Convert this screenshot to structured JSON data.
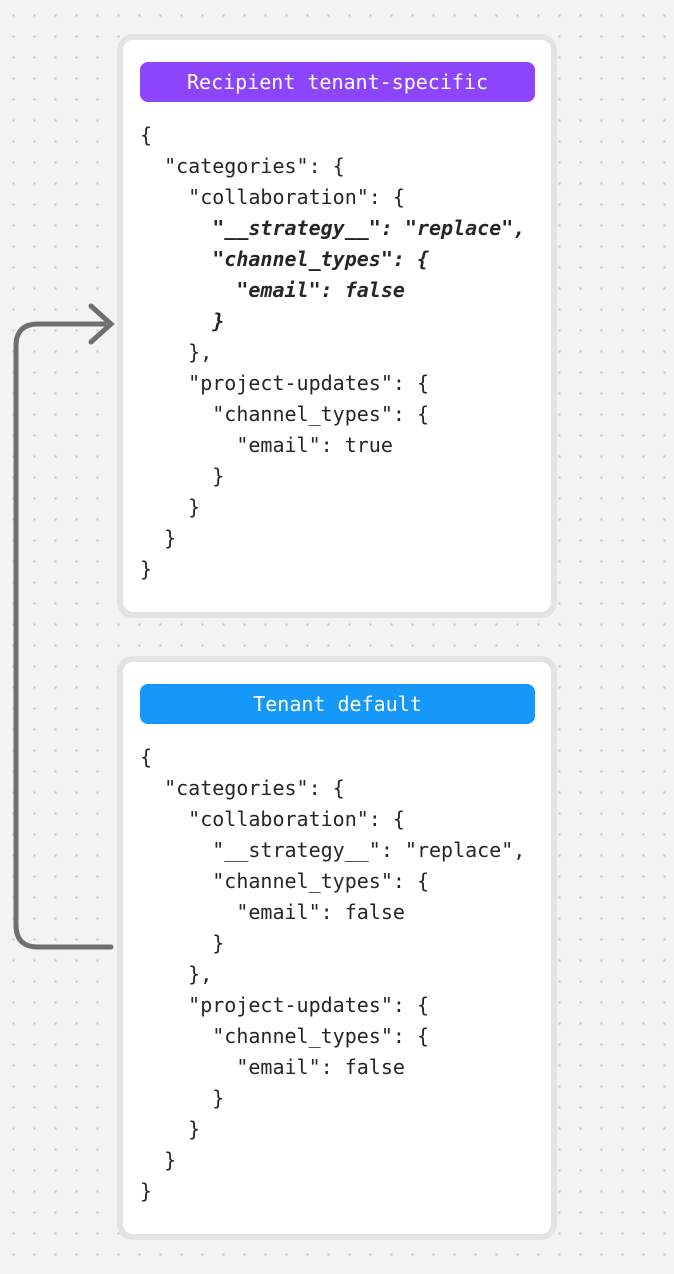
{
  "cards": [
    {
      "badge": {
        "label": "Recipient tenant-specific",
        "color": "#8c45fa",
        "text_color": "#ffffff"
      },
      "code_lines": [
        {
          "text": "{",
          "em": false
        },
        {
          "text": "  \"categories\": {",
          "em": false
        },
        {
          "text": "    \"collaboration\": {",
          "em": false
        },
        {
          "text": "      \"__strategy__\": \"replace\",",
          "em": true
        },
        {
          "text": "      \"channel_types\": {",
          "em": true
        },
        {
          "text": "        \"email\": false",
          "em": true
        },
        {
          "text": "      }",
          "em": true
        },
        {
          "text": "    },",
          "em": false
        },
        {
          "text": "    \"project-updates\": {",
          "em": false
        },
        {
          "text": "      \"channel_types\": {",
          "em": false
        },
        {
          "text": "        \"email\": true",
          "em": false
        },
        {
          "text": "      }",
          "em": false
        },
        {
          "text": "    }",
          "em": false
        },
        {
          "text": "  }",
          "em": false
        },
        {
          "text": "}",
          "em": false
        }
      ]
    },
    {
      "badge": {
        "label": "Tenant default",
        "color": "#1698fa",
        "text_color": "#ffffff"
      },
      "code_lines": [
        {
          "text": "{",
          "em": false
        },
        {
          "text": "  \"categories\": {",
          "em": false
        },
        {
          "text": "    \"collaboration\": {",
          "em": false
        },
        {
          "text": "      \"__strategy__\": \"replace\",",
          "em": false
        },
        {
          "text": "      \"channel_types\": {",
          "em": false
        },
        {
          "text": "        \"email\": false",
          "em": false
        },
        {
          "text": "      }",
          "em": false
        },
        {
          "text": "    },",
          "em": false
        },
        {
          "text": "    \"project-updates\": {",
          "em": false
        },
        {
          "text": "      \"channel_types\": {",
          "em": false
        },
        {
          "text": "        \"email\": false",
          "em": false
        },
        {
          "text": "      }",
          "em": false
        },
        {
          "text": "    }",
          "em": false
        },
        {
          "text": "  }",
          "em": false
        },
        {
          "text": "}",
          "em": false
        }
      ]
    }
  ],
  "arrow": {
    "color": "#6f6f6f"
  },
  "colors": {
    "background": "#f3f3f4",
    "dot": "#c8c8c8",
    "card_border": "#e3e3e3",
    "card_background": "#ffffff",
    "code_text": "#262626"
  }
}
